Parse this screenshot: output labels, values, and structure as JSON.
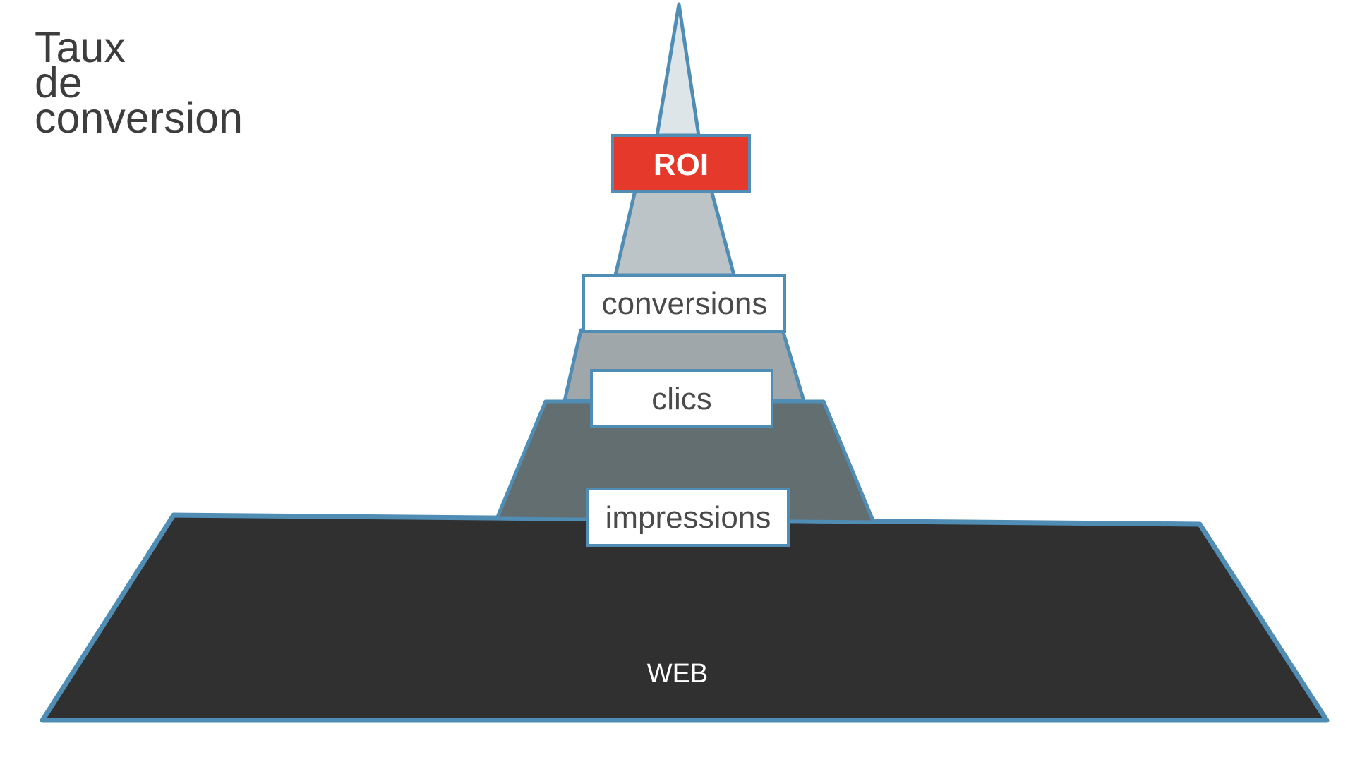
{
  "title": {
    "lines": [
      "Taux",
      "de",
      "conversion"
    ]
  },
  "levels": {
    "roi": "ROI",
    "conversions": "conversions",
    "clics": "clics",
    "impressions": "impressions",
    "web": "WEB"
  },
  "colors": {
    "outline": "#4f8db4",
    "spire": "#dde5e9",
    "conversions_band": "#bcc4c8",
    "clics_band": "#a0a7ab",
    "impressions_band": "#636e71",
    "web_base": "#303030",
    "roi_box": "#e5392c",
    "label_box": "#ffffff",
    "title_text": "#3d3d3d",
    "label_text": "#4a4a4a"
  }
}
